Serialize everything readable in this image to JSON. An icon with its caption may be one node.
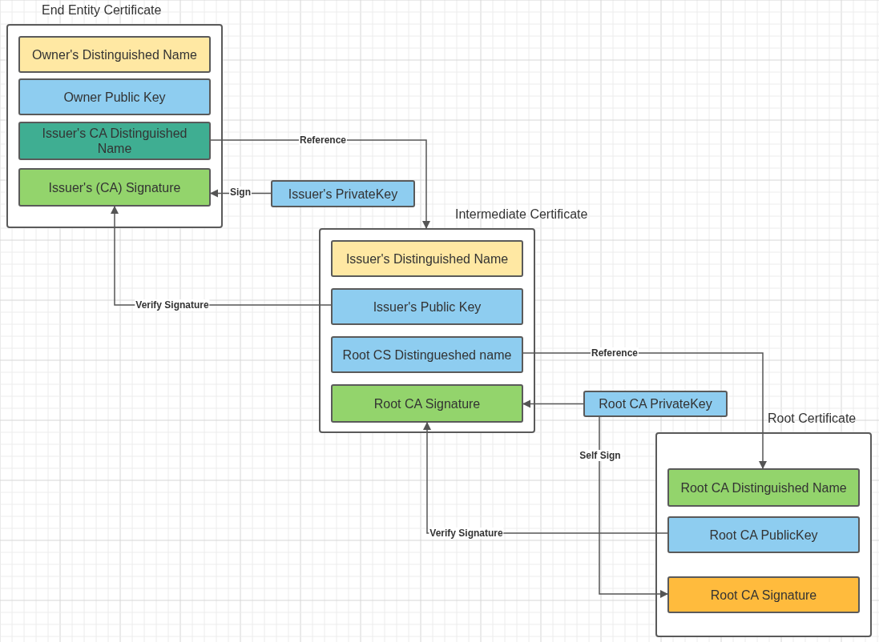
{
  "diagram": {
    "nodes": [
      {
        "text": [
          "End Entity Certificate"
        ]
      },
      {
        "text": [
          "Owner's Distinguished Name"
        ],
        "in": 0
      },
      {
        "text": [
          "Owner Public Key"
        ],
        "in": 0
      },
      {
        "text": [
          "Issuer's CA Distinguished Name"
        ],
        "in": 0
      },
      {
        "text": [
          "Issuer's (CA) Signature"
        ],
        "in": 0
      },
      {
        "text": [
          "Issuer's PrivateKey"
        ]
      },
      {
        "text": [
          "Intermediate Certificate"
        ]
      },
      {
        "text": [
          "Issuer's Distinguished Name"
        ],
        "in": 6
      },
      {
        "text": [
          "Issuer's Public Key"
        ],
        "in": 6
      },
      {
        "text": [
          "Root CS Distingueshed name"
        ],
        "in": 6
      },
      {
        "text": [
          "Root CA Signature"
        ],
        "in": 6
      },
      {
        "text": [
          "Root CA PrivateKey"
        ]
      },
      {
        "text": [
          "Root Certificate"
        ]
      },
      {
        "text": [
          "Root CA Distinguished Name"
        ],
        "in": 12
      },
      {
        "text": [
          "Root CA PublicKey"
        ],
        "in": 12
      },
      {
        "text": [
          "Root CA Signature"
        ],
        "in": 12
      }
    ],
    "edges": [
      {
        "from": 3,
        "to": 6,
        "arrow": "to",
        "label": "Reference"
      },
      {
        "from": 5,
        "to": 4,
        "arrow": "to",
        "label": "Sign"
      },
      {
        "from": 8,
        "to": 4,
        "arrow": "to",
        "label": "Verify Signature"
      },
      {
        "from": 9,
        "to": 13,
        "arrow": "to",
        "label": "Reference"
      },
      {
        "from": 11,
        "to": 10,
        "arrow": "to"
      },
      {
        "from": 11,
        "to": 15,
        "arrow": "to",
        "label": "Self Sign"
      },
      {
        "from": 14,
        "to": 10,
        "arrow": "to",
        "label": "Verify Signature"
      }
    ]
  }
}
